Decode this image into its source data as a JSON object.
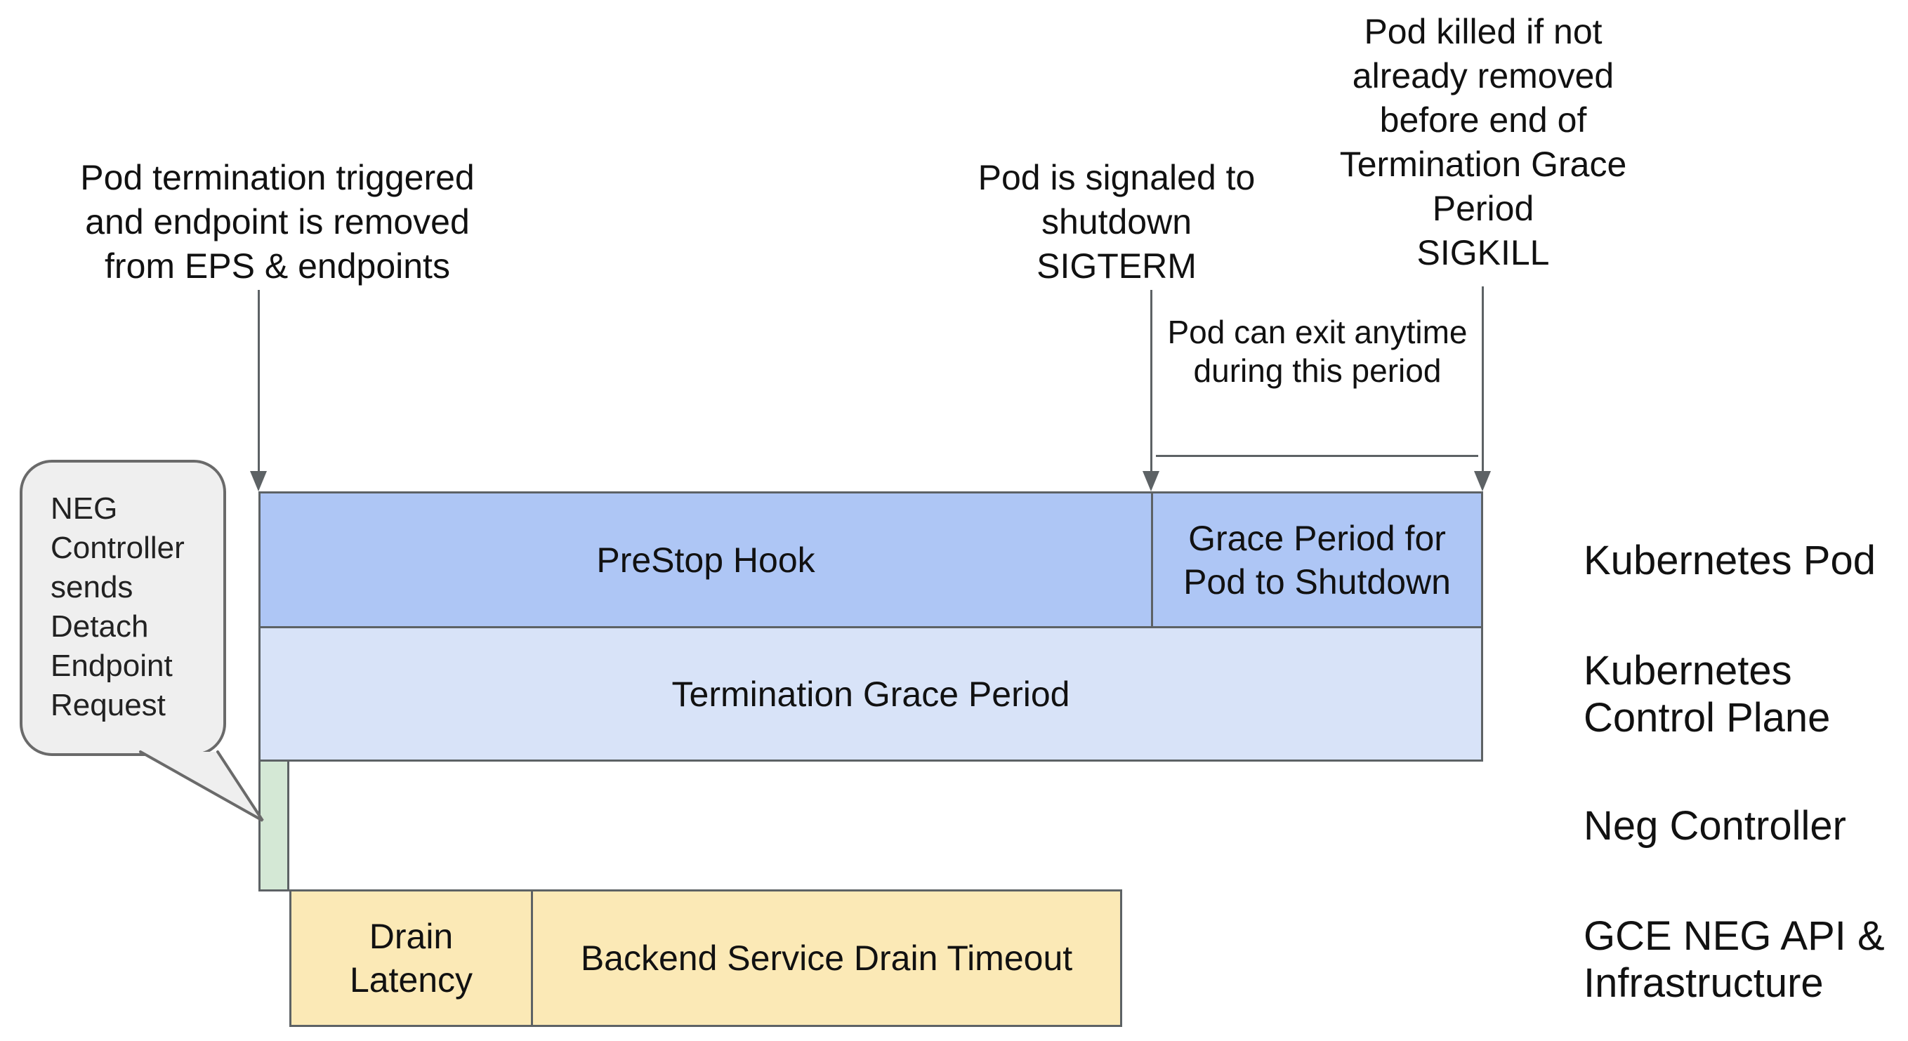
{
  "colors": {
    "bar_blue": "#aec6f5",
    "bar_light_blue": "#d8e3f8",
    "bar_green": "#d4e8d5",
    "bar_yellow": "#fbe9b6",
    "stroke": "#5d6265",
    "bubble_fill": "#efefef",
    "bubble_border": "#6a6a6a",
    "text": "#111111"
  },
  "annotations": {
    "pod_termination": {
      "lines": [
        "Pod termination triggered",
        "and endpoint is removed",
        "from EPS & endpoints"
      ]
    },
    "sigterm": {
      "lines": [
        "Pod is signaled to",
        "shutdown",
        "SIGTERM"
      ]
    },
    "sigkill": {
      "lines": [
        "Pod killed if not",
        "already removed",
        "before end of",
        "Termination Grace",
        "Period",
        "SIGKILL"
      ]
    },
    "pod_exit": {
      "lines": [
        "Pod can exit anytime",
        "during this period"
      ]
    }
  },
  "bubble": {
    "lines": [
      "NEG",
      "Controller",
      "sends",
      "Detach",
      "Endpoint",
      "Request"
    ]
  },
  "bars": {
    "prestop_label": "PreStop Hook",
    "grace_lines": [
      "Grace Period for",
      "Pod to Shutdown"
    ],
    "termination_label": "Termination Grace Period",
    "drain_lines": [
      "Drain",
      "Latency"
    ],
    "backend_label": "Backend Service Drain Timeout"
  },
  "lanes": {
    "pod": "Kubernetes Pod",
    "control_lines": [
      "Kubernetes",
      "Control Plane"
    ],
    "neg": "Neg Controller",
    "gce_lines": [
      "GCE NEG API &",
      "Infrastructure"
    ]
  }
}
